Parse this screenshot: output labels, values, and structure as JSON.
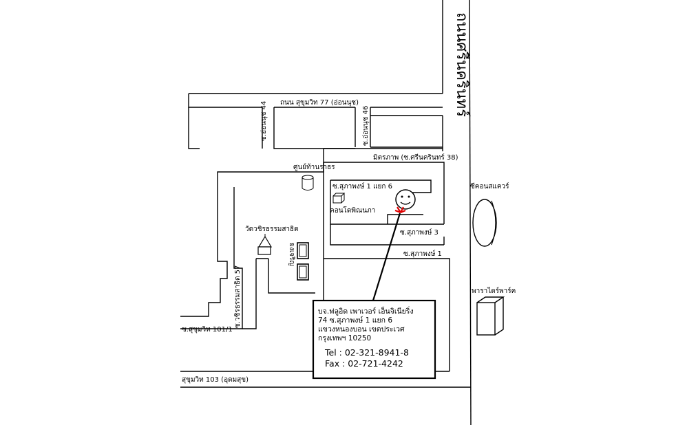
{
  "map": {
    "main_road": "ถนนศรีนครินทร์",
    "road_sukhumvit77": "ถนน สุขุมวิท 77 (อ่อนนุช)",
    "soi_onnut44": "ซ.อ่อนนุช 44",
    "soi_onnut46": "ซ.อ่อนนุช 46",
    "mittraphap": "มิตรภาพ (ซ.ศรีนครินทร์ 38)",
    "soi_suphaphong1_6": "ซ.สุภาพงษ์ 1 แยก 6",
    "soi_suphaphong3": "ซ.สุภาพงษ์ 3",
    "soi_suphaphong1": "ซ.สุภาพงษ์ 1",
    "soi_sukhumvit101_1": "ซ.สุขุมวิท 101/1",
    "soi_chirathammasathit57": "ซ.วชิรธรรมสาธิต 57",
    "road_sukhumvit103": "สุขุมวิท 103 (อุดมสุข)",
    "landmark_center": "ศูนย์ท้านราธร",
    "landmark_temple": "วัดวชิรธรรมสาธิต",
    "landmark_condo": "คอนโดพิณนภา",
    "landmark_yongcharoen": "ยงเจริญ",
    "landmark_seacon": "ซีคอนสแควร์",
    "landmark_paradise": "พาราไดร์พาร์ค"
  },
  "company": {
    "name": "บจ.ฟลูอิด เพาเวอร์ เอ็นจิเนียริ่ง",
    "address1": "74 ซ.สุภาพงษ์ 1 แยก 6",
    "address2": "แขวงหนองบอน เขตประเวศ",
    "address3": "กรุงเทพฯ 10250",
    "tel": "Tel : 02-321-8941-8",
    "fax": "Fax : 02-721-4242"
  },
  "icons": [
    "smiley-location-marker-icon",
    "red-arrow-pointer-icon",
    "cylinder-building-icon",
    "temple-icon",
    "condo-box-icon",
    "seacon-square-oval-icon",
    "paradise-park-cube-icon"
  ]
}
